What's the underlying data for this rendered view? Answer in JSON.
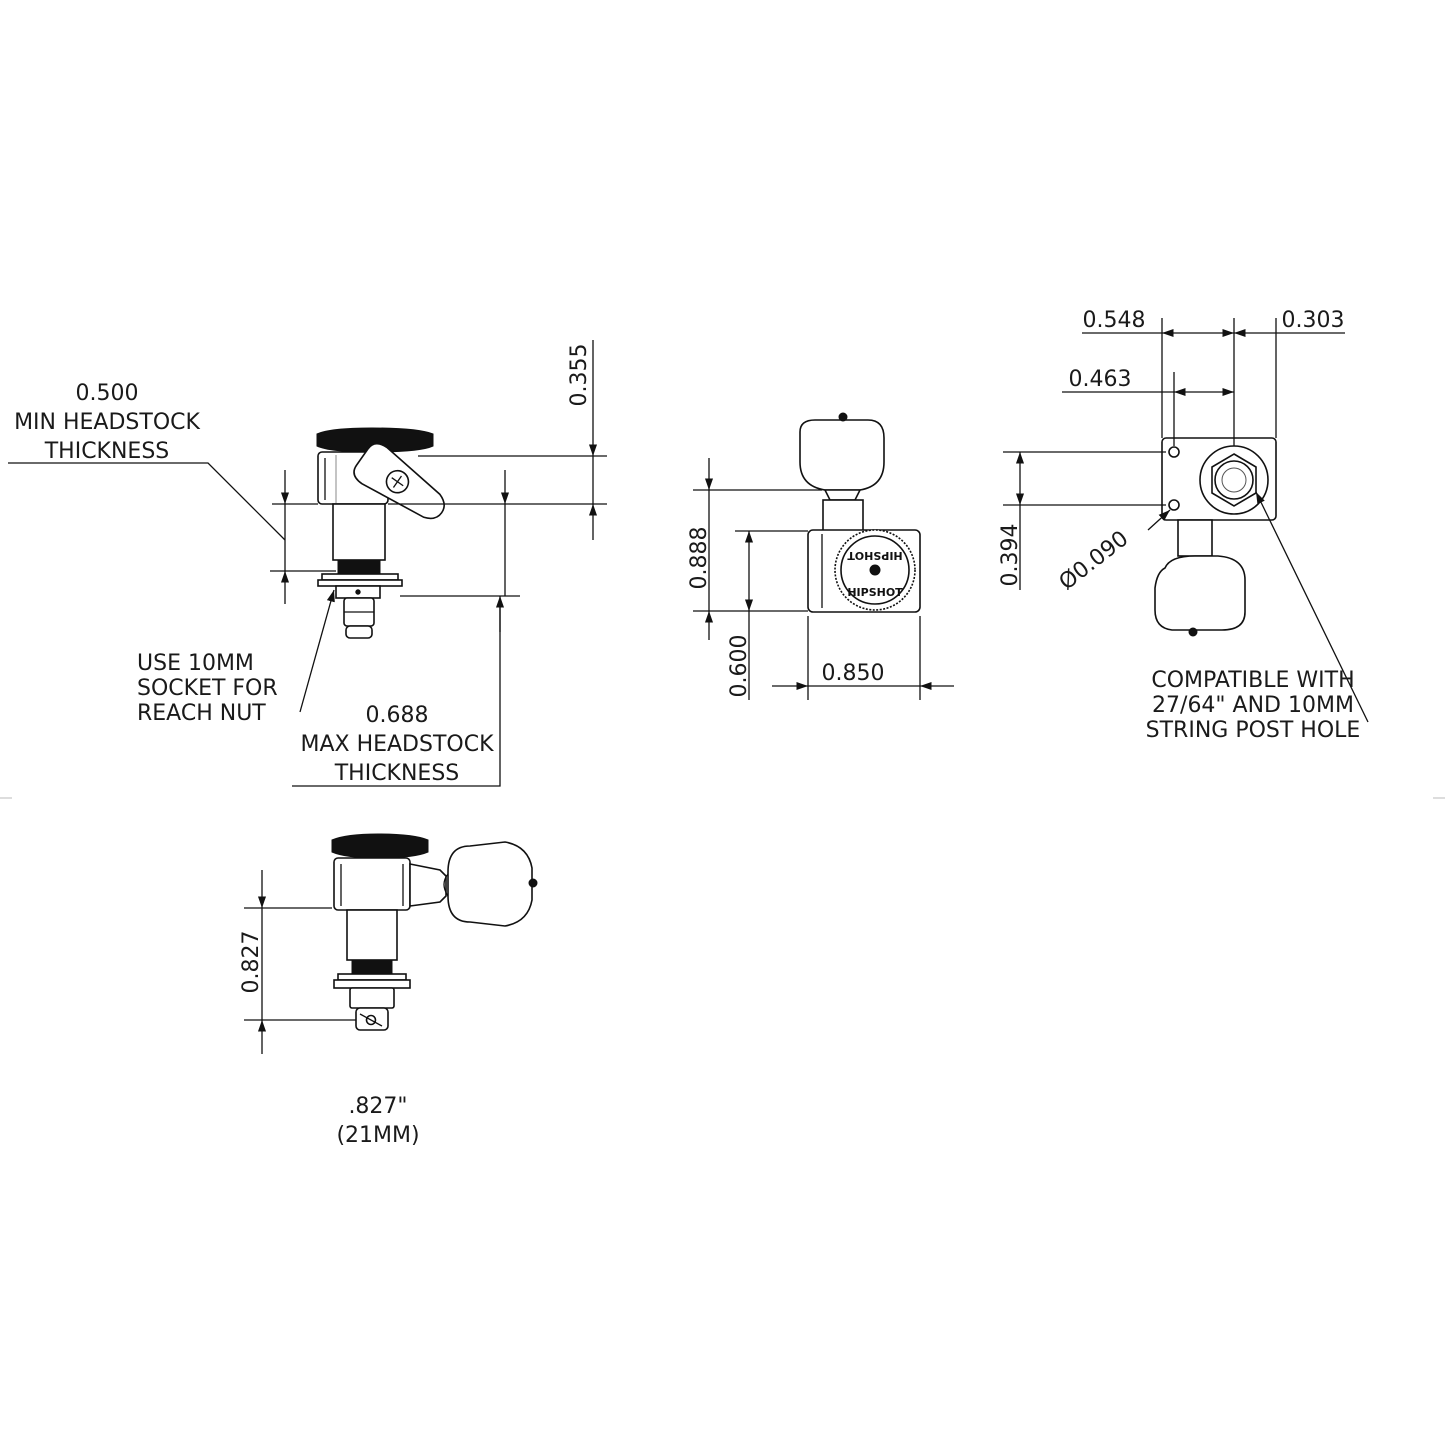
{
  "labels": {
    "min_value": "0.500",
    "min_line1": "MIN HEADSTOCK",
    "min_line2": "THICKNESS",
    "dim_0355": "0.355",
    "socket_line1": "USE 10MM",
    "socket_line2": "SOCKET FOR",
    "socket_line3": "REACH NUT",
    "max_value": "0.688",
    "max_line1": "MAX HEADSTOCK",
    "max_line2": "THICKNESS",
    "dim_0888": "0.888",
    "dim_0600": "0.600",
    "dim_0850": "0.850",
    "dim_0548": "0.548",
    "dim_0303": "0.303",
    "dim_0463": "0.463",
    "dim_0394": "0.394",
    "dim_0090": "Ø0.090",
    "compat_line1": "COMPATIBLE WITH",
    "compat_line2": "27/64\" AND 10MM",
    "compat_line3": "STRING POST HOLE",
    "dim_0827": "0.827",
    "post_in": ".827\"",
    "post_mm": "(21MM)",
    "logo_top": "HIPSHOT",
    "logo_bottom": "HIPSHOT"
  }
}
